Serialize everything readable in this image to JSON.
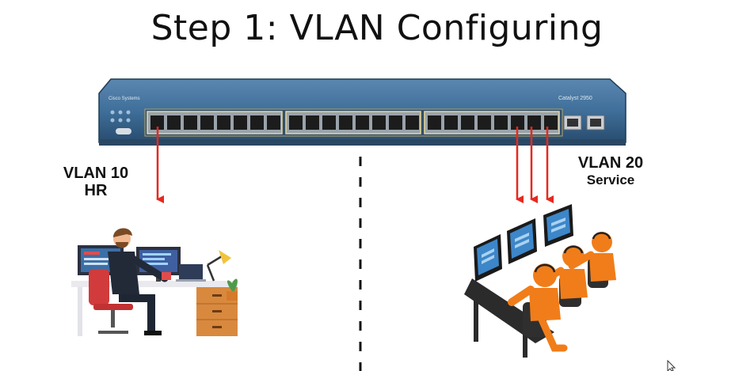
{
  "title": "Step 1: VLAN Configuring",
  "switch": {
    "brand_text": "Cisco Systems",
    "model_text": "Catalyst 2950"
  },
  "vlans": [
    {
      "id_label": "VLAN 10",
      "name": "HR"
    },
    {
      "id_label": "VLAN 20",
      "name": "Service"
    }
  ],
  "colors": {
    "arrow": "#e8281e",
    "switch_body": "#3f6f9a",
    "divider": "#111111",
    "figure": "#f07d1a"
  },
  "icons": [
    "network-switch-icon",
    "hr-worker-icon",
    "service-agents-icon",
    "mouse-cursor-icon"
  ]
}
